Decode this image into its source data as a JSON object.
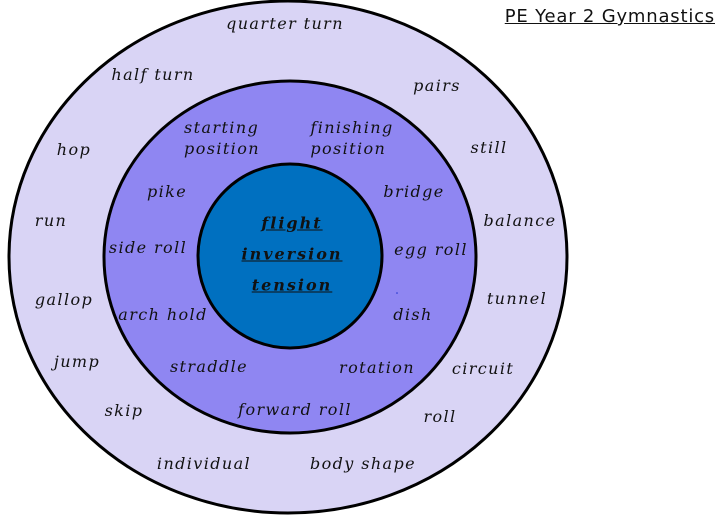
{
  "title": "PE Year 2 Gymnastics",
  "colors": {
    "outer_ring": "#D9D4F5",
    "middle_ring": "#8F86F2",
    "inner_circle": "#0070C0",
    "outline": "#000000"
  },
  "outer_ring": {
    "items": [
      "quarter turn",
      "half turn",
      "pairs",
      "hop",
      "still",
      "run",
      "balance",
      "gallop",
      "tunnel",
      "jump",
      "circuit",
      "skip",
      "roll",
      "individual",
      "body shape"
    ]
  },
  "middle_ring": {
    "starting": [
      "starting",
      "position"
    ],
    "finishing": [
      "finishing",
      "position"
    ],
    "items": [
      "pike",
      "bridge",
      "side roll",
      "egg roll",
      "arch hold",
      "dish",
      "straddle",
      "rotation",
      "forward roll"
    ]
  },
  "inner_circle": {
    "items": [
      "flight",
      "inversion",
      "tension"
    ]
  }
}
